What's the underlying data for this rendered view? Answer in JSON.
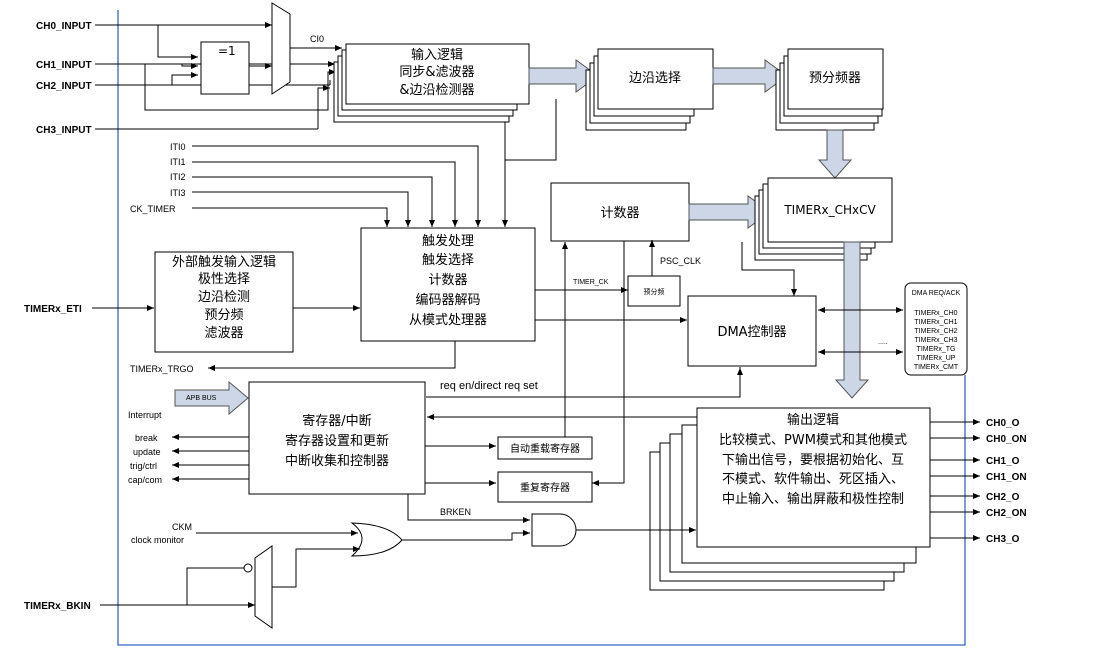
{
  "inputs": {
    "ch0": "CH0_INPUT",
    "ch1": "CH1_INPUT",
    "ch2": "CH2_INPUT",
    "ch3": "CH3_INPUT",
    "eti": "TIMERx_ETI",
    "bkin": "TIMERx_BKIN"
  },
  "xor_label": "=1",
  "ci0": "CI0",
  "input_logic": [
    "输入逻辑",
    "同步&滤波器",
    "&边沿检测器"
  ],
  "edge_select": "边沿选择",
  "prescaler": "预分频器",
  "iti": [
    "ITI0",
    "ITI1",
    "ITI2",
    "ITI3"
  ],
  "ck_timer": "CK_TIMER",
  "counter": "计数器",
  "chxcv": "TIMERx_CHxCV",
  "trigger": [
    "触发处理",
    "触发选择",
    "计数器",
    "编码器解码",
    "从模式处理器"
  ],
  "ext_trigger": [
    "外部触发输入逻辑",
    "极性选择",
    "边沿检测",
    "预分频",
    "滤波器"
  ],
  "timer_ck": "TIMER_CK",
  "psc_clk": "PSC_CLK",
  "psc_small": "预分频",
  "dma_ctrl": "DMA控制器",
  "dma_req": {
    "title": "DMA REQ/ACK",
    "items": [
      "TIMERx_CH0",
      "TIMERx_CH1",
      "TIMERx_CH2",
      "TIMERx_CH3",
      "TIMERx_TG",
      "TIMERx_UP",
      "TIMERx_CMT"
    ]
  },
  "dots": ".....",
  "trgo": "TIMERx_TRGO",
  "req_en": "req en/direct req set",
  "apb_bus": "APB BUS",
  "interrupt": "Interrupt",
  "reg_left": [
    "break",
    "update",
    "trig/ctrl",
    "cap/com"
  ],
  "registers": [
    "寄存器/中断",
    "寄存器设置和更新",
    "中断收集和控制器"
  ],
  "auto_reload": "自动重载寄存器",
  "repeat_reg": "重复寄存器",
  "output_logic": [
    "输出逻辑",
    "比较模式、PWM模式和其他模式",
    "下输出信号，要根据初始化、互",
    "不模式、软件输出、死区插入、",
    "中止输入、输出屏蔽和极性控制"
  ],
  "outputs": [
    "CH0_O",
    "CH0_ON",
    "CH1_O",
    "CH1_ON",
    "CH2_O",
    "CH2_ON",
    "CH3_O"
  ],
  "ckm": "CKM",
  "clock_monitor": "clock monitor",
  "brken": "BRKEN"
}
